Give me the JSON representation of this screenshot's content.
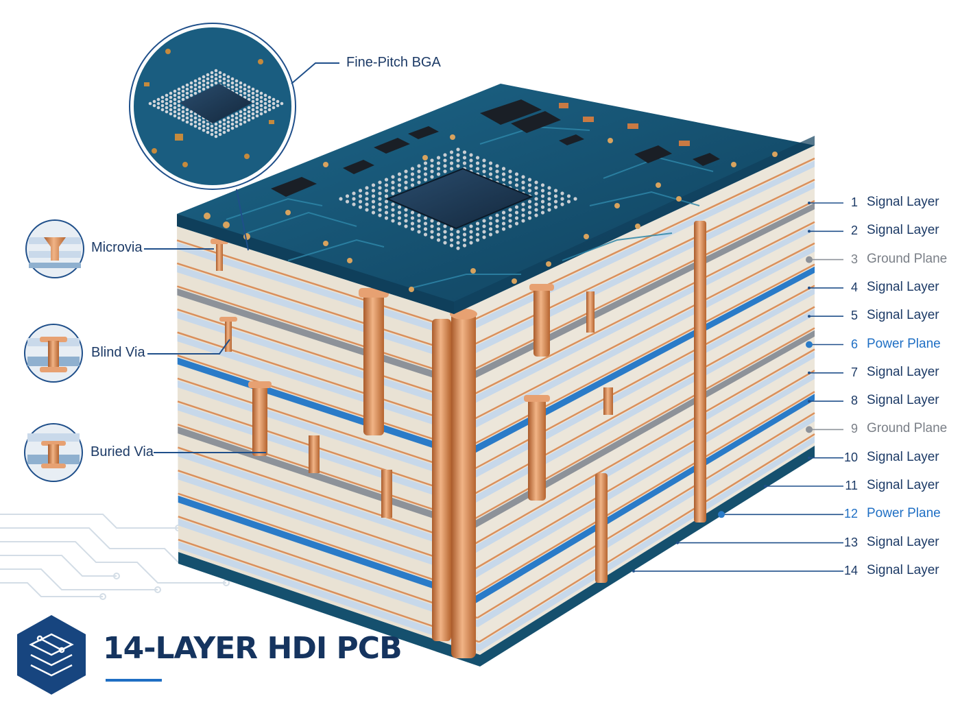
{
  "title": "14-LAYER HDI PCB",
  "callouts": {
    "bga": "Fine-Pitch BGA",
    "microvia": "Microvia",
    "blind": "Blind Via",
    "buried": "Buried Via"
  },
  "layers": [
    {
      "num": "1",
      "name": "Signal Layer",
      "kind": "signal"
    },
    {
      "num": "2",
      "name": "Signal Layer",
      "kind": "signal"
    },
    {
      "num": "3",
      "name": "Ground Plane",
      "kind": "ground"
    },
    {
      "num": "4",
      "name": "Signal Layer",
      "kind": "signal"
    },
    {
      "num": "5",
      "name": "Signal Layer",
      "kind": "signal"
    },
    {
      "num": "6",
      "name": "Power Plane",
      "kind": "power"
    },
    {
      "num": "7",
      "name": "Signal Layer",
      "kind": "signal"
    },
    {
      "num": "8",
      "name": "Signal Layer",
      "kind": "signal"
    },
    {
      "num": "9",
      "name": "Ground Plane",
      "kind": "ground"
    },
    {
      "num": "10",
      "name": "Signal Layer",
      "kind": "signal"
    },
    {
      "num": "11",
      "name": "Signal Layer",
      "kind": "signal"
    },
    {
      "num": "12",
      "name": "Power Plane",
      "kind": "power"
    },
    {
      "num": "13",
      "name": "Signal Layer",
      "kind": "signal"
    },
    {
      "num": "14",
      "name": "Signal Layer",
      "kind": "signal"
    }
  ],
  "colors": {
    "signal_text": "#1c3a66",
    "ground_text": "#7a7f87",
    "power_text": "#1f6fc4",
    "copper": "#d9874f",
    "solder_mask": "#15506e",
    "dielectric": "#efe9dd",
    "power_plane": "#2a7bc8",
    "ground_plane": "#8d9299"
  },
  "icons": {
    "logo": "layered-board-icon"
  }
}
